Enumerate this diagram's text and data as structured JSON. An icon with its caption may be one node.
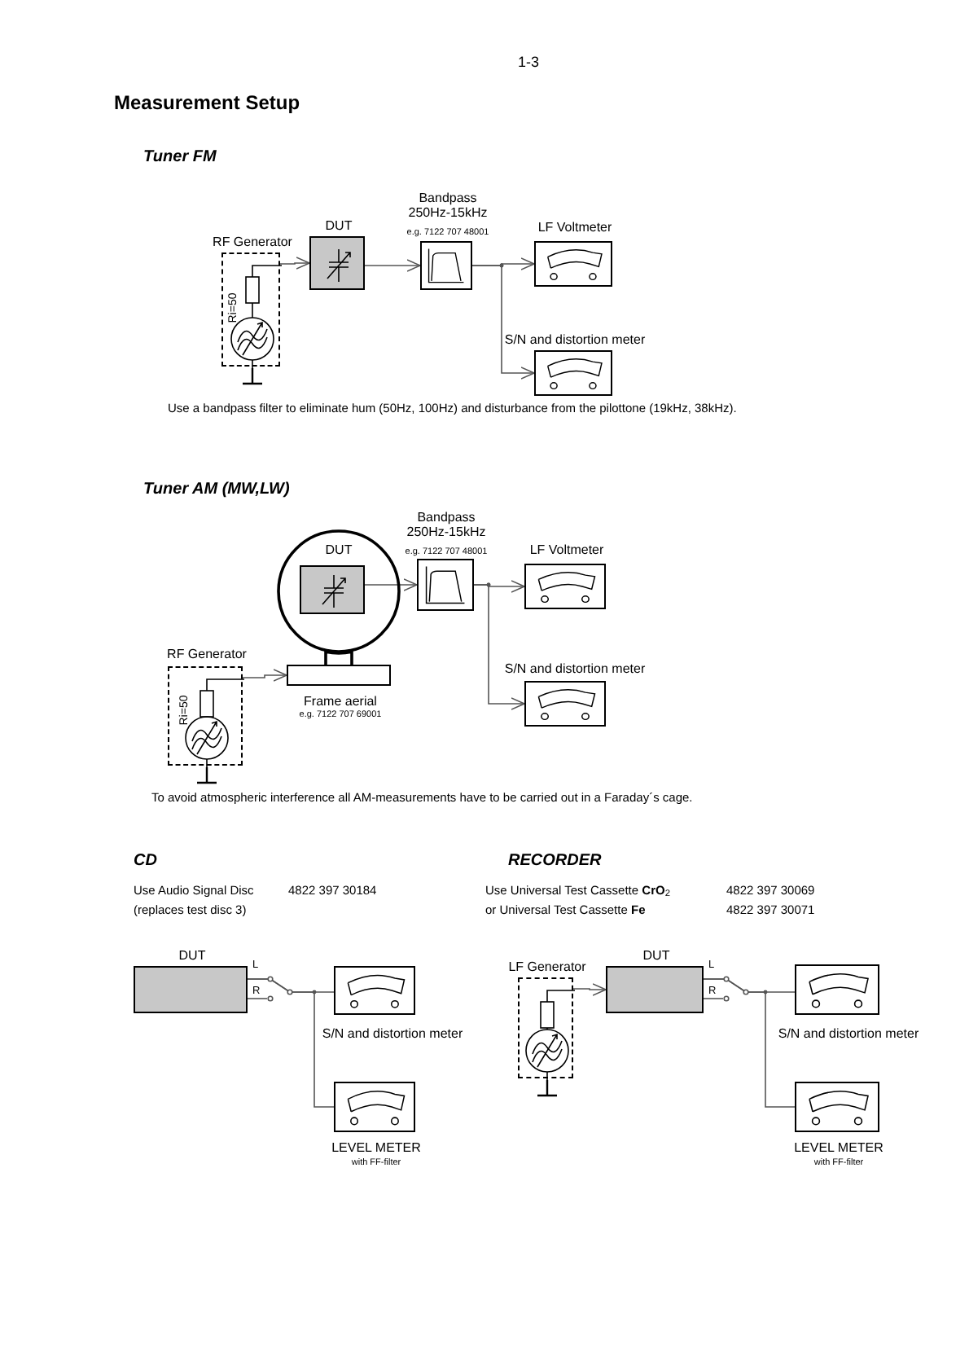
{
  "diagram": {
    "title": "Measurement Setup",
    "nodes": [
      {
        "text": [
          "RF Generator",
          "Ri=50"
        ]
      },
      {
        "text": [
          "DUT"
        ]
      },
      {
        "text": [
          "Bandpass 250Hz-15kHz",
          "e.g. 7122 707 48001"
        ]
      },
      {
        "text": [
          "LF Voltmeter"
        ]
      },
      {
        "text": [
          "S/N and distortion meter"
        ]
      },
      {
        "text": [
          "DUT"
        ]
      },
      {
        "text": [],
        "shape": "box",
        "in": 5
      },
      {
        "text": [
          "Frame aerial",
          "e.g. 7122 707 69001"
        ]
      },
      {
        "text": [
          "RF Generator",
          "Ri=50"
        ]
      },
      {
        "text": [
          "Bandpass 250Hz-15kHz",
          "e.g. 7122 707 48001"
        ]
      },
      {
        "text": [
          "LF Voltmeter"
        ]
      },
      {
        "text": [
          "S/N and distortion meter"
        ]
      },
      {
        "text": [
          "DUT"
        ]
      },
      {
        "text": [
          "S/N and distortion meter"
        ]
      },
      {
        "text": [
          "LEVEL METER",
          "with FF-filter"
        ]
      },
      {
        "text": [
          "LF Generator"
        ]
      },
      {
        "text": [
          "DUT"
        ]
      },
      {
        "text": [
          "S/N and distortion meter"
        ]
      },
      {
        "text": [
          "LEVEL METER",
          "with FF-filter"
        ]
      }
    ],
    "edges": [
      {
        "from": 0,
        "to": 1,
        "arrow": "to"
      },
      {
        "from": 1,
        "to": 2,
        "arrow": "to"
      },
      {
        "from": 2,
        "to": 3,
        "arrow": "to"
      },
      {
        "from": 2,
        "to": 4,
        "arrow": "to"
      },
      {
        "from": 8,
        "to": 7,
        "arrow": "to"
      },
      {
        "from": 5,
        "to": 7,
        "arrow": "none"
      },
      {
        "from": 6,
        "to": 9,
        "arrow": "to"
      },
      {
        "from": 9,
        "to": 10,
        "arrow": "to"
      },
      {
        "from": 9,
        "to": 11,
        "arrow": "to"
      },
      {
        "from": 12,
        "to": 13,
        "arrow": "none"
      },
      {
        "from": 12,
        "to": 14,
        "arrow": "none"
      },
      {
        "from": 15,
        "to": 16,
        "arrow": "to"
      },
      {
        "from": 16,
        "to": 17,
        "arrow": "none"
      },
      {
        "from": 16,
        "to": 18,
        "arrow": "none"
      }
    ],
    "labels": [
      "1-3",
      "Tuner FM",
      "Use a bandpass filter to eliminate hum (50Hz, 100Hz) and disturbance from the pilottone (19kHz, 38kHz).",
      "Tuner AM (MW,LW)",
      "To avoid atmospheric interference all AM-measurements have to be carried out in a Faraday´s cage.",
      "CD",
      "RECORDER",
      "Use Audio Signal Disc",
      "4822 397 30184",
      "Use Universal Test Cassette **CrO**$_{2}$",
      "4822 397 30069",
      "(replaces test disc 3)",
      "or Universal Test Cassette **Fe**",
      "4822 397 30071",
      "L",
      "R",
      "L",
      "R"
    ]
  }
}
